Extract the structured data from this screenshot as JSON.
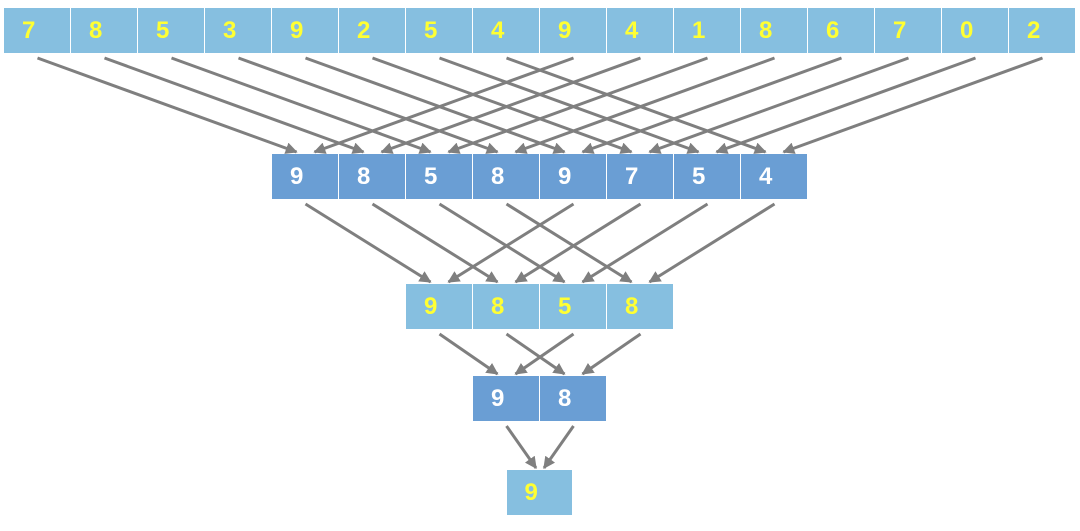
{
  "colors": {
    "light_cell": "#86bfe0",
    "dark_cell": "#6a9ed4",
    "yellow_text": "#ffff33",
    "white_text": "#ffffff",
    "arrow": "#7f7f7f"
  },
  "levels": [
    {
      "style": "light",
      "values": [
        "7",
        "8",
        "5",
        "3",
        "9",
        "2",
        "5",
        "4",
        "9",
        "4",
        "1",
        "8",
        "6",
        "7",
        "0",
        "2"
      ]
    },
    {
      "style": "dark",
      "values": [
        "9",
        "8",
        "5",
        "8",
        "9",
        "7",
        "5",
        "4"
      ]
    },
    {
      "style": "light",
      "values": [
        "9",
        "8",
        "5",
        "8"
      ]
    },
    {
      "style": "dark",
      "values": [
        "9",
        "8"
      ]
    },
    {
      "style": "light",
      "values": [
        "9"
      ]
    }
  ]
}
